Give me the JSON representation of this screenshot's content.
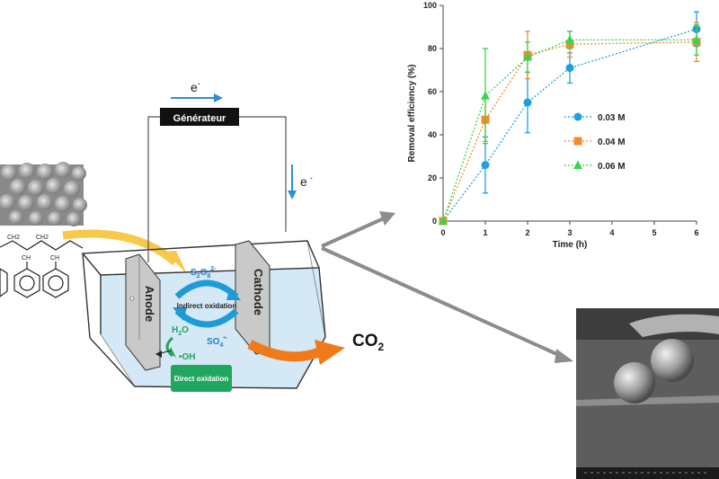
{
  "colors": {
    "series_blue": "#1ea0df",
    "series_orange": "#f58a2b",
    "series_green": "#39d353",
    "electron_arrow": "#2b8fd6",
    "indirect_blue": "#1e9bd7",
    "direct_green": "#1fa65f",
    "co2_arrow": "#f07a1a",
    "yellow_arrow": "#f7c94a",
    "grey_arrow": "#8c8c8c",
    "water": "#cfe6f4",
    "electrode": "#c9c9c9"
  },
  "diagram": {
    "generator_label": "Générateur",
    "electron_top": "e-",
    "electron_right": "e -",
    "anode_label": "Anode",
    "cathode_label": "Cathode",
    "indirect_label": "Indirect oxidation",
    "direct_label": "Direct oxidation",
    "persulfate": "S2O8 2-",
    "sulfate_radical": "SO4 •-",
    "water": "H2O",
    "hydroxyl": "•OH",
    "co2": "CO2"
  },
  "chart_data": {
    "type": "scatter",
    "ylabel": "Removal efficiency (%)",
    "xlabel": "Time (h)",
    "xlim": [
      0,
      6
    ],
    "ylim": [
      0,
      100
    ],
    "x_ticks": [
      "0",
      "1",
      "2",
      "3",
      "4",
      "5",
      "6"
    ],
    "y_ticks": [
      "0",
      "20",
      "40",
      "60",
      "80",
      "100"
    ],
    "grid": false,
    "legend_position": "right-middle",
    "series": [
      {
        "name": "0.03 M",
        "marker": "circle",
        "color": "#1ea0df",
        "x": [
          0,
          1,
          2,
          3,
          6
        ],
        "y": [
          0,
          26,
          55,
          71,
          89
        ],
        "err": [
          0,
          13,
          14,
          7,
          8
        ]
      },
      {
        "name": "0.04 M",
        "marker": "square",
        "color": "#f58a2b",
        "x": [
          0,
          1,
          2,
          3,
          6
        ],
        "y": [
          0,
          47,
          77,
          82,
          83
        ],
        "err": [
          0,
          10,
          11,
          6,
          9
        ]
      },
      {
        "name": "0.06 M",
        "marker": "triangle",
        "color": "#39d353",
        "x": [
          0,
          1,
          2,
          3,
          6
        ],
        "y": [
          0,
          58,
          76,
          84,
          84
        ],
        "err": [
          0,
          22,
          7,
          4,
          7
        ]
      }
    ]
  }
}
